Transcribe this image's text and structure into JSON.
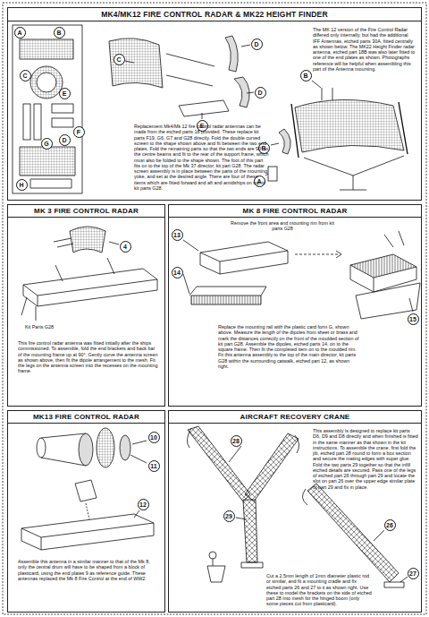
{
  "diagram": {
    "nodes": [
      {
        "text": [
          "MK4/MK12 FIRE CONTROL RADAR & MK22 HEIGHT FINDER"
        ]
      },
      {
        "text": [
          "MK 3 FIRE CONTROL RADAR"
        ]
      },
      {
        "text": [
          "MK 8 FIRE CONTROL RADAR"
        ]
      },
      {
        "text": [
          "MK13 FIRE CONTROL RADAR"
        ]
      },
      {
        "text": [
          "AIRCRAFT RECOVERY CRANE"
        ]
      }
    ],
    "labels": [
      "A",
      "B",
      "C",
      "D",
      "E",
      "F",
      "G",
      "H",
      "C",
      "D",
      "D",
      "E",
      "B",
      "A",
      "B",
      "The MK 12 version of the Fire Control Radar differed only internally, but had the additional IFF Antennas, etched parts 30A, fitted centrally as shown below. The MK22 Height Finder radar antenna, etched part 18B was also later fitted to one of the end plates as shown. Photographs reference will be helpful when assembling this part of the Antenna mounting.",
      "Replacement Mk4/Mk 12 fire control radar antennas can be made from the etched parts 18 provided. These replace kit parts F19, G6, G7 and G28 directly. Fold the double curved screen to the shape shown above and fit between the two end plates. Fold the remaining parts so that the two ends are 90° to the centre beams and fit to the rear of the support frame, which must also be folded to the shape shown. The foot of this part fits on to the top of the Mk 37 director, kit part G28. The radar screen assembly is in place between the parts of the mounting yoke, and set at the desired angle. There are four of these items which are fitted forward and aft and amidships on top of kit parts G28.",
      "4",
      "Kit Parts G28",
      "This fire control radar antenna was fitted initially after the ships commissioned. To assemble, fold the end brackets and back bar of the mounting frame up at 90°. Gently curve the antenna screen as shown above, then fit the dipole arrangement to the mesh. Fit the legs on the antenna screen into the recesses on the mounting frame.",
      "13",
      "14",
      "15",
      "Remove the front area and mounting rim from kit parts G28",
      "Replace the mounting rail with the plastic card form G, shown above. Measure the length of the dipoles from sheet or brass and mark the distances correctly on the front of the moulded section of kit part G28. Assemble the dipoles, etched parts 14, on to the square frame. Then fit the completed item on to the moulded rim. Fit this antenna assembly to the top of the main director, kit parts G28 within the surrounding catwalk, etched part 12, as shown right.",
      "10",
      "11",
      "12",
      "Assemble this antenna in a similar manner to that of the Mk 8, only the central drum will have to be shaped from a block of plasticard, using the end plates 9 as reference guide. These antennas replaced the Mk 8 Fire Control at the end of WW2.",
      "28",
      "29",
      "26",
      "27",
      "This assembly is designed to replace kit parts D6, D9 and D8 directly and when finished is fitted in the same manner as that shown in the kit instructions. To assemble the crane, first fold the jib, etched part 28 round to form a box section and secure the mating edges with super glue. Fold the two parts 29 together so that the infill etched details are secured. Pass one of the legs of etched part 26 through part 29 and locate the slot on part 26 over the upper edge similar plate of part 29 and fix in place.",
      "Cut a 2.5mm length of 1mm diameter plastic rod or similar, and fit a mounting cradle and fix etched parts 26 and 27 to it as shown right. Use these to model the brackets on the side of etched part 28 into mesh for the hinged boom (only some pieces cut from plasticard)."
    ]
  }
}
